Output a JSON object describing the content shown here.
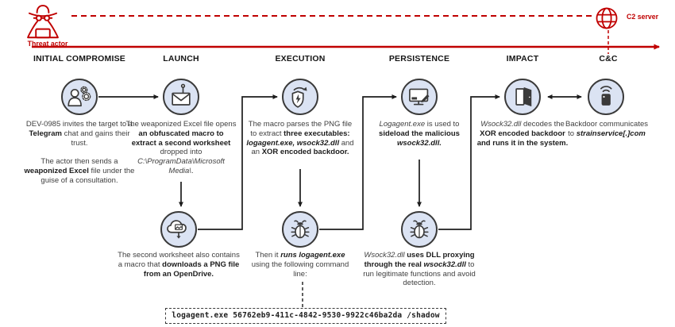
{
  "colors": {
    "accent_red": "#c00000",
    "icon_fill": "#dbe3f3",
    "icon_stroke": "#3a3a3a",
    "text": "#3f3f3f",
    "connector": "#1c1c1c"
  },
  "banner": {
    "threat_actor": "Threat actor",
    "c2_server": "C2 server"
  },
  "stages": [
    {
      "label": "INITIAL COMPROMISE",
      "top": {
        "icon": "social-engineering-icon",
        "text_html": "DEV-0985 invites the target to a <b>Telegram</b> chat and gains their trust.<br><br>The actor then sends a <b>weaponized Excel</b> file under the guise of a consultation."
      }
    },
    {
      "label": "LAUNCH",
      "top": {
        "icon": "phishing-email-icon",
        "text_html": "The weaponized Excel file opens <b>an obfuscated macro to extract a second worksheet</b> dropped into <i>C:\\ProgramData\\Microsoft Media\\</i>."
      },
      "bottom": {
        "icon": "cloud-download-icon",
        "text_html": "The second worksheet also contains a macro that <b>downloads a PNG file from an OpenDrive.</b>"
      }
    },
    {
      "label": "EXECUTION",
      "top": {
        "icon": "shield-execution-icon",
        "text_html": "The macro parses the PNG file to extract <b>three executables: <i>logagent.exe, wsock32.dll</i></b> and an <b>XOR encoded backdoor.</b>"
      },
      "bottom": {
        "icon": "bug-icon",
        "text_html": "Then it <b><i>runs logagent.exe</i></b> using the following command line:"
      }
    },
    {
      "label": "PERSISTENCE",
      "top": {
        "icon": "monitor-edit-icon",
        "text_html": "<i>Logagent.exe</i> is used to <b>sideload the malicious <i>wsock32.dll.</i></b>"
      },
      "bottom": {
        "icon": "bug-icon",
        "text_html": "<i>Wsock32.dll</i> <b>uses DLL proxying through the real <i>wsock32.dll</i></b> to run legitimate functions and avoid detection."
      }
    },
    {
      "label": "IMPACT",
      "top": {
        "icon": "open-door-icon",
        "text_html": "<i>Wsock32.dll</i> decodes the <b>XOR encoded backdoor and runs it in the system.</b>"
      }
    },
    {
      "label": "C&C",
      "top": {
        "icon": "backdoor-beacon-icon",
        "text_html": "Backdoor communicates to <b><i>strainservice[.]com</i></b>"
      }
    }
  ],
  "command_line": "logagent.exe 56762eb9-411c-4842-9530-9922c46ba2da /shadow"
}
